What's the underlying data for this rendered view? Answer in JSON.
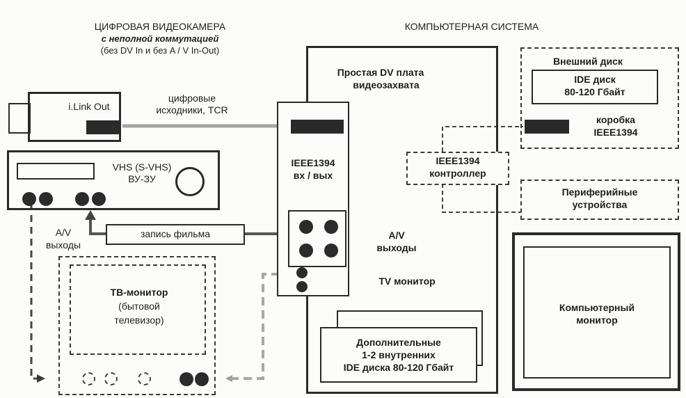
{
  "camera_section": {
    "title": "ЦИФРОВАЯ ВИДЕОКАМЕРА",
    "subtitle": "с неполной коммутацией",
    "note": "(без DV In и без A / V In-Out)"
  },
  "system_section": {
    "title": "КОМПЬЮТЕРНАЯ СИСТЕМА"
  },
  "camera": {
    "label": "i.Link Out"
  },
  "digital_link": {
    "line1": "цифровые",
    "line2": "исходники, TCR"
  },
  "vcr": {
    "line1": "VHS (S-VHS)",
    "line2": "ВУ-ЗУ"
  },
  "av_out_left": {
    "line1": "A/V",
    "line2": "выходы"
  },
  "record": {
    "label": "запись  фильма"
  },
  "tv": {
    "line1": "ТВ-монитор",
    "line2": "(бытовой",
    "line3": "телевизор)"
  },
  "capture_card": {
    "title_line1": "Простая DV плата",
    "title_line2": "видеозахвата",
    "ieee_line1": "IEEE1394",
    "ieee_line2": "вх / вых"
  },
  "av_out_card": {
    "line1": "A/V",
    "line2": "выходы"
  },
  "tv_monitor_label": "TV  монитор",
  "controller": {
    "line1": "IEEE1394",
    "line2": "контроллер"
  },
  "external_disk": {
    "title": "Внешний диск",
    "ide_line1": "IDE диск",
    "ide_line2": "80-120 Гбайт",
    "box_line1": "коробка",
    "box_line2": "IEEE1394"
  },
  "peripherals": {
    "line1": "Периферийные",
    "line2": "устройства"
  },
  "extra_disks": {
    "line1": "Дополнительные",
    "line2": "1-2 внутренних",
    "line3": "IDE диска 80-120 Гбайт"
  },
  "computer_monitor": {
    "line1": "Компьютерный",
    "line2": "монитор"
  },
  "colors": {
    "ink": "#2a2a2a",
    "gray_link": "#a0a0a0"
  }
}
